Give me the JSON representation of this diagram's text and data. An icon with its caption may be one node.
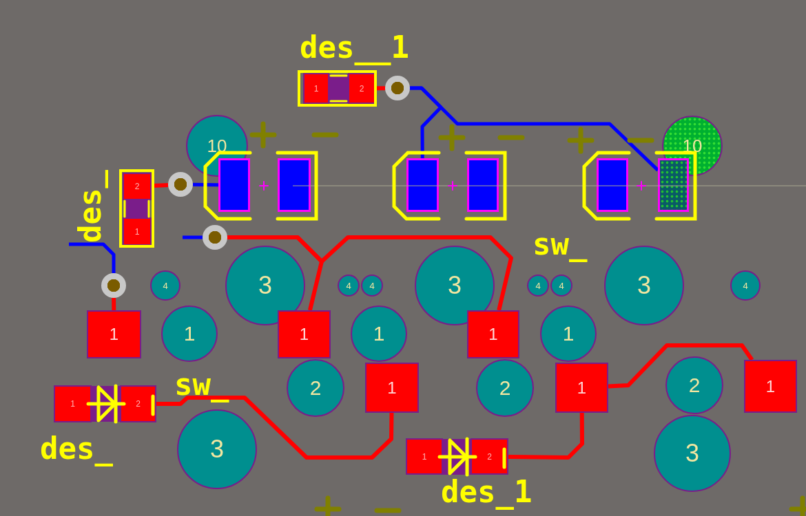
{
  "diagram": {
    "nodes": [
      {
        "text": [
          "1"
        ]
      },
      {
        "text": [
          "2"
        ]
      },
      {
        "text": [],
        "shape": "circle"
      },
      {
        "text": [
          "10"
        ]
      },
      {
        "text": [
          "10"
        ]
      },
      {
        "text": [
          "2"
        ]
      },
      {
        "text": [
          "1"
        ]
      },
      {
        "text": [],
        "shape": "circle"
      },
      {
        "text": [],
        "shape": "box"
      },
      {
        "text": [],
        "shape": "box"
      },
      {
        "text": [],
        "shape": "box"
      },
      {
        "text": [],
        "shape": "box"
      },
      {
        "text": [],
        "shape": "box"
      },
      {
        "text": [],
        "shape": "box"
      },
      {
        "text": [],
        "shape": "circle"
      },
      {
        "text": [],
        "shape": "circle"
      },
      {
        "text": [
          "4"
        ]
      },
      {
        "text": [
          "3"
        ]
      },
      {
        "text": [
          "4"
        ]
      },
      {
        "text": [
          "4"
        ]
      },
      {
        "text": [
          "3"
        ]
      },
      {
        "text": [
          "4"
        ]
      },
      {
        "text": [
          "4"
        ]
      },
      {
        "text": [
          "3"
        ]
      },
      {
        "text": [
          "4"
        ]
      },
      {
        "text": [
          "1"
        ]
      },
      {
        "text": [
          "1"
        ]
      },
      {
        "text": [
          "1"
        ]
      },
      {
        "text": [
          "1"
        ]
      },
      {
        "text": [
          "1"
        ]
      },
      {
        "text": [
          "1"
        ]
      },
      {
        "text": [
          "2"
        ]
      },
      {
        "text": [
          "1"
        ]
      },
      {
        "text": [
          "2"
        ]
      },
      {
        "text": [
          "1"
        ]
      },
      {
        "text": [
          "2"
        ]
      },
      {
        "text": [
          "1"
        ]
      },
      {
        "text": [
          "1"
        ]
      },
      {
        "text": [
          "2"
        ]
      },
      {
        "text": [
          "3"
        ]
      },
      {
        "text": [
          "3"
        ]
      },
      {
        "text": [
          "1"
        ]
      },
      {
        "text": [
          "2"
        ]
      }
    ],
    "edges": [
      {
        "from": 1,
        "to": 2,
        "arrow": "none"
      },
      {
        "from": 2,
        "to": 10,
        "arrow": "none",
        "color": "#0000ff"
      },
      {
        "from": 2,
        "to": 13,
        "arrow": "none",
        "color": "#0000ff"
      },
      {
        "from": 5,
        "to": 7,
        "arrow": "none"
      },
      {
        "from": 7,
        "to": 8,
        "arrow": "none",
        "color": "#0000ff"
      },
      {
        "from": null,
        "to": 15,
        "arrow": "none",
        "color": "#0000ff"
      },
      {
        "from": 15,
        "to": 25,
        "arrow": "none"
      },
      {
        "from": 14,
        "to": null,
        "arrow": "none",
        "color": "#0000ff"
      },
      {
        "from": 14,
        "to": 27,
        "arrow": "none"
      },
      {
        "from": 14,
        "to": 29,
        "arrow": "none"
      },
      {
        "from": 38,
        "to": 32,
        "arrow": "none"
      },
      {
        "from": 42,
        "to": 34,
        "arrow": "none"
      },
      {
        "from": 34,
        "to": 36,
        "arrow": "none"
      }
    ],
    "labels": [
      "des__1",
      "des_",
      "sw_",
      "sw_",
      "des_",
      "des_1"
    ]
  }
}
